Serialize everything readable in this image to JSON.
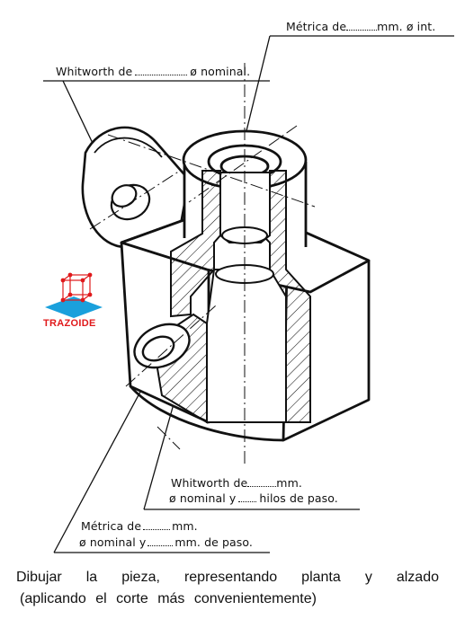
{
  "labels": {
    "metrica_top_a": "Métrica de",
    "metrica_top_b": "mm. ø int.",
    "whitworth_top_a": "Whitworth de",
    "whitworth_top_b": "ø nominal.",
    "whitworth_mid_1a": "Whitworth de",
    "whitworth_mid_1b": "mm.",
    "whitworth_mid_2a": "ø nominal y",
    "whitworth_mid_2b": "hilos de paso.",
    "metrica_bot_1a": "Métrica de",
    "metrica_bot_1b": "mm.",
    "metrica_bot_2a": "ø nominal y",
    "metrica_bot_2b": "mm. de paso."
  },
  "logo": {
    "text": "TRAZOIDE",
    "accent_color": "#e0191b",
    "blue_color": "#1aa0dc"
  },
  "instruction": {
    "line1": "Dibujar la pieza, representando planta y alzado",
    "line2": "(aplicando el corte más convenientemente)"
  }
}
